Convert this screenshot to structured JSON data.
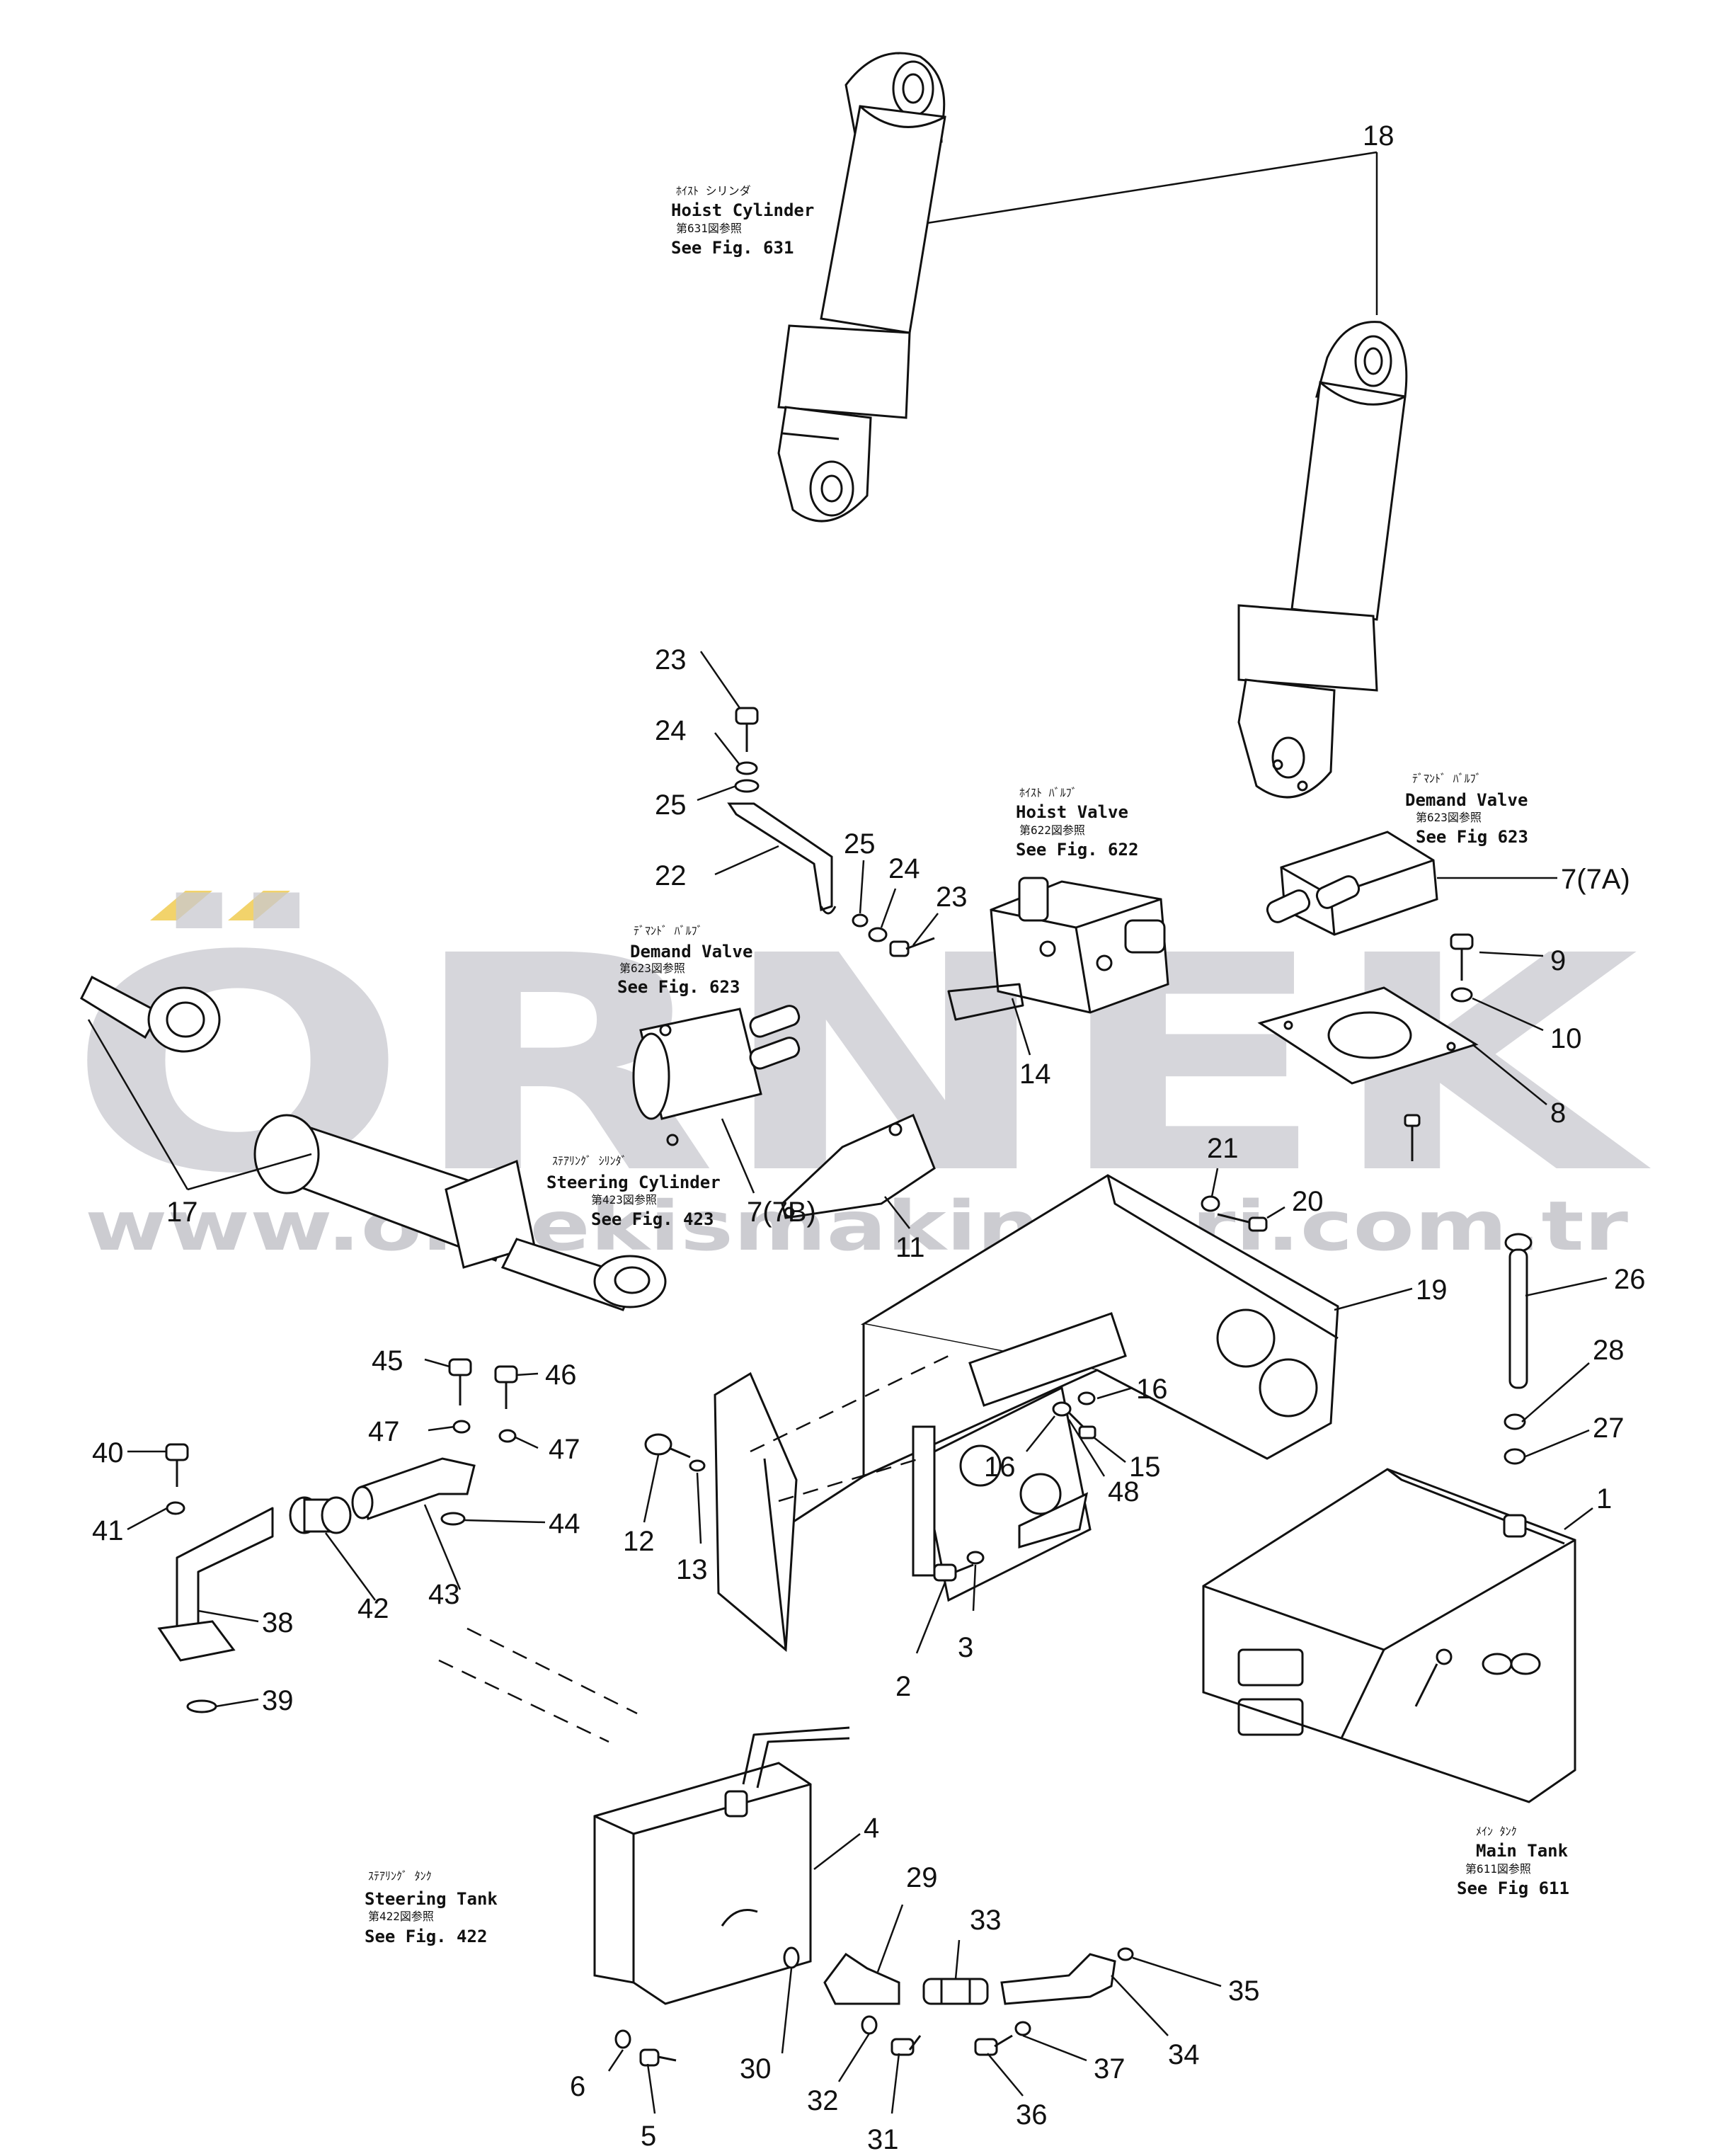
{
  "watermark": {
    "brand": "ÖRNEK",
    "url": "www.orneki̇smakinalari.com.tr",
    "brand_color": "#c9c9cf",
    "accent_color": "#f2d36b"
  },
  "callouts": {
    "hoist_cylinder": {
      "jp": "ﾎｲｽﾄ シリンダ",
      "en": "Hoist Cylinder",
      "ref": "第631図参照",
      "see": "See Fig. 631"
    },
    "hoist_valve": {
      "jp": "ﾎｲｽﾄ ﾊﾞﾙﾌﾞ",
      "en": "Hoist Valve",
      "ref": "第622図参照",
      "see": "See Fig. 622"
    },
    "demand_valve_right": {
      "jp": "ﾃﾞﾏﾝﾄﾞ ﾊﾞﾙﾌﾞ",
      "en": "Demand Valve",
      "ref": "第623図参照",
      "see": "See Fig 623"
    },
    "demand_valve_left": {
      "jp": "ﾃﾞﾏﾝﾄﾞ ﾊﾞﾙﾌﾞ",
      "en": "Demand Valve",
      "ref": "第623図参照",
      "see": "See Fig. 623"
    },
    "steering_cylinder": {
      "jp": "ｽﾃｱﾘﾝｸﾞ ｼﾘﾝﾀﾞ",
      "en": "Steering Cylinder",
      "ref": "第423図参照",
      "see": "See Fig. 423"
    },
    "main_tank": {
      "jp": "ﾒｲﾝ ﾀﾝｸ",
      "en": "Main Tank",
      "ref": "第611図参照",
      "see": "See Fig 611"
    },
    "steering_tank": {
      "jp": "ｽﾃｱﾘﾝｸﾞ ﾀﾝｸ",
      "en": "Steering Tank",
      "ref": "第422図参照",
      "see": "See Fig. 422"
    }
  },
  "part_numbers": {
    "p1": "1",
    "p2": "2",
    "p3": "3",
    "p4": "4",
    "p5": "5",
    "p6": "6",
    "p7a": "7(7A)",
    "p7b": "7(7B)",
    "p8": "8",
    "p9": "9",
    "p10": "10",
    "p11": "11",
    "p12": "12",
    "p13": "13",
    "p14": "14",
    "p15": "15",
    "p16a": "16",
    "p16b": "16",
    "p17": "17",
    "p18": "18",
    "p19": "19",
    "p20": "20",
    "p21": "21",
    "p22": "22",
    "p23a": "23",
    "p23b": "23",
    "p24a": "24",
    "p24b": "24",
    "p25a": "25",
    "p25b": "25",
    "p26": "26",
    "p27": "27",
    "p28": "28",
    "p29": "29",
    "p30": "30",
    "p31": "31",
    "p32": "32",
    "p33": "33",
    "p34": "34",
    "p35": "35",
    "p36": "36",
    "p37": "37",
    "p38": "38",
    "p39": "39",
    "p40": "40",
    "p41": "41",
    "p42": "42",
    "p43": "43",
    "p44": "44",
    "p45": "45",
    "p46": "46",
    "p47a": "47",
    "p47b": "47",
    "p48": "48"
  }
}
